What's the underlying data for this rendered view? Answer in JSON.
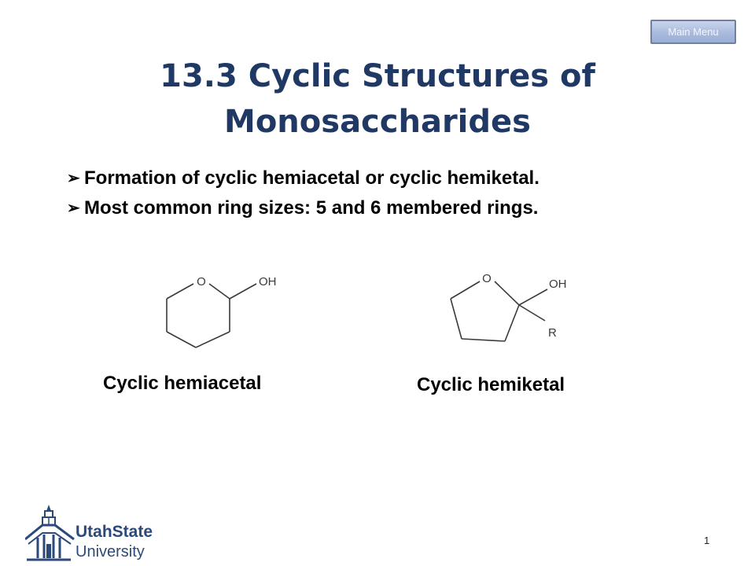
{
  "menu": {
    "main_menu_label": "Main Menu"
  },
  "slide": {
    "title_line1": "13.3 Cyclic Structures of",
    "title_line2": "Monosaccharides",
    "bullets": [
      "Formation of cyclic hemiacetal or cyclic hemiketal.",
      "Most common ring sizes: 5 and 6 membered rings."
    ],
    "bullet_icon": "arrow-bullet-icon",
    "structures": [
      {
        "name": "Cyclic hemiacetal",
        "ring_atom": "O",
        "groups": [
          "OH"
        ]
      },
      {
        "name": "Cyclic hemiketal",
        "ring_atom": "O",
        "groups": [
          "OH",
          "R"
        ]
      }
    ],
    "page_number": "1"
  },
  "logo": {
    "line1": "UtahState",
    "line2": "University"
  },
  "colors": {
    "title": "#1f3864",
    "logo": "#2b4a7a"
  }
}
